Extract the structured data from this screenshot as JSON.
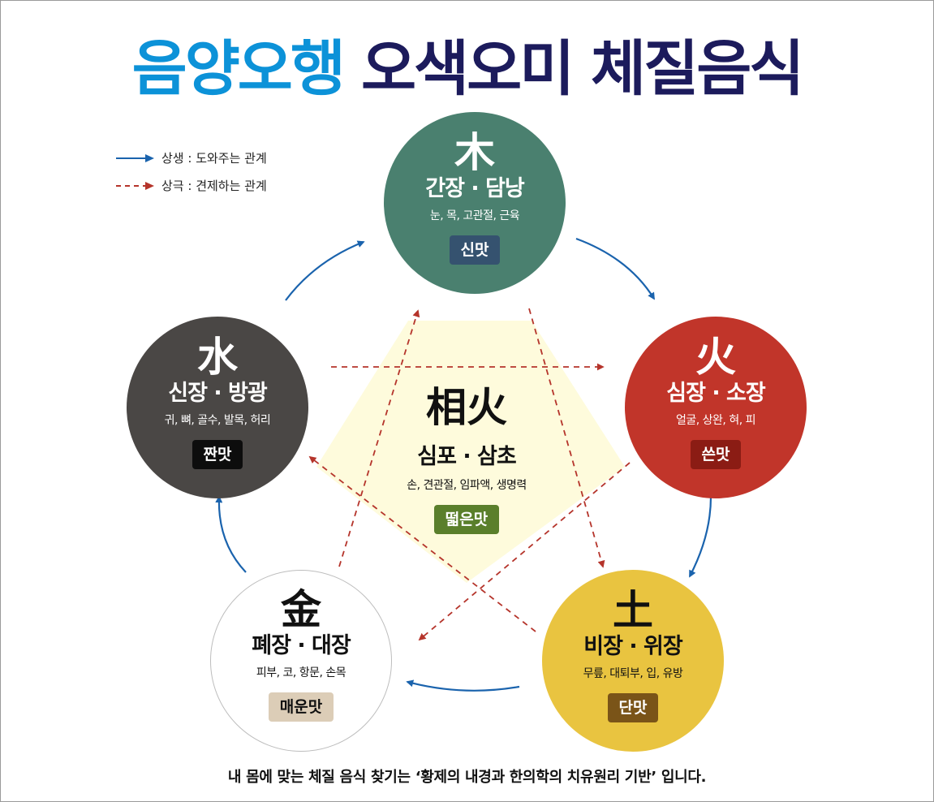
{
  "title": {
    "part1": "음양오행",
    "part2": "오색오미 체질음식"
  },
  "legend": {
    "generating": "상생 : 도와주는 관계",
    "controlling": "상극 : 견제하는 관계"
  },
  "colors": {
    "title_blue": "#0c92d8",
    "title_navy": "#1c1b5c",
    "wood": "#4a806f",
    "fire": "#c1352a",
    "earth": "#e9c440",
    "metal": "#ffffff",
    "water": "#4a4745",
    "center_fill": "#fefbdc",
    "generating_arrow": "#1a63ad",
    "controlling_arrow": "#b5342b"
  },
  "elements": {
    "wood": {
      "hanja": "木",
      "organ": "간장 · 담낭",
      "parts": "눈, 목, 고관절, 근육",
      "taste": "신맛",
      "taste_bg": "#35526f"
    },
    "fire": {
      "hanja": "火",
      "organ": "심장 · 소장",
      "parts": "얼굴, 상완, 혀, 피",
      "taste": "쓴맛",
      "taste_bg": "#8b1c14"
    },
    "earth": {
      "hanja": "土",
      "organ": "비장 · 위장",
      "parts": "무릎, 대퇴부, 입, 유방",
      "taste": "단맛",
      "taste_bg": "#7a5418"
    },
    "metal": {
      "hanja": "金",
      "organ": "폐장 · 대장",
      "parts": "피부, 코, 항문, 손목",
      "taste": "매운맛",
      "taste_bg": "#dccdb7"
    },
    "water": {
      "hanja": "水",
      "organ": "신장 · 방광",
      "parts": "귀, 뼈, 골수, 발목, 허리",
      "taste": "짠맛",
      "taste_bg": "#0d0d0d"
    },
    "center": {
      "hanja": "相火",
      "organ": "심포 · 삼초",
      "parts": "손, 견관절, 임파액, 생명력",
      "taste": "떫은맛",
      "taste_bg": "#5a7f2b"
    }
  },
  "footer": "내 몸에 맞는 체질 음식 찾기는 ‘황제의 내경과 한의학의 치유원리 기반’ 입니다."
}
